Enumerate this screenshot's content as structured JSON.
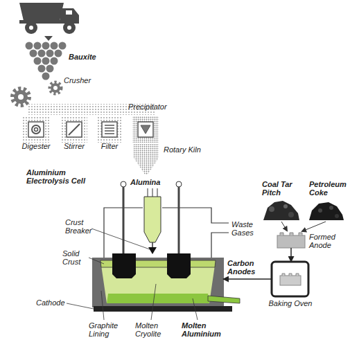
{
  "diagram": {
    "nodes": [
      {
        "text": [
          "Digester"
        ]
      },
      {
        "text": [
          "Stirrer"
        ]
      },
      {
        "text": [
          "Filter"
        ]
      },
      {
        "text": [
          "Precipitator"
        ]
      },
      {
        "text": [
          "Aluminium Electrolysis Cell"
        ]
      },
      {
        "text": [
          "Formed Anode"
        ]
      },
      {
        "text": [
          "Baking Oven"
        ]
      }
    ],
    "edges": [
      {
        "from": 5,
        "to": 6,
        "arrow": "to"
      },
      {
        "from": 6,
        "to": 4,
        "label": "Carbon Anodes",
        "arrow": "to"
      }
    ],
    "labels": [
      "Bauxite",
      "Crusher",
      "Rotary Kiln",
      "Alumina",
      "Crust Breaker",
      "Waste Gases",
      "Solid Crust",
      "Cathode",
      "Graphite Lining",
      "Molten Cryolite",
      "Molten Aluminium",
      "Coal Tar Pitch",
      "Petroleum Coke"
    ]
  }
}
